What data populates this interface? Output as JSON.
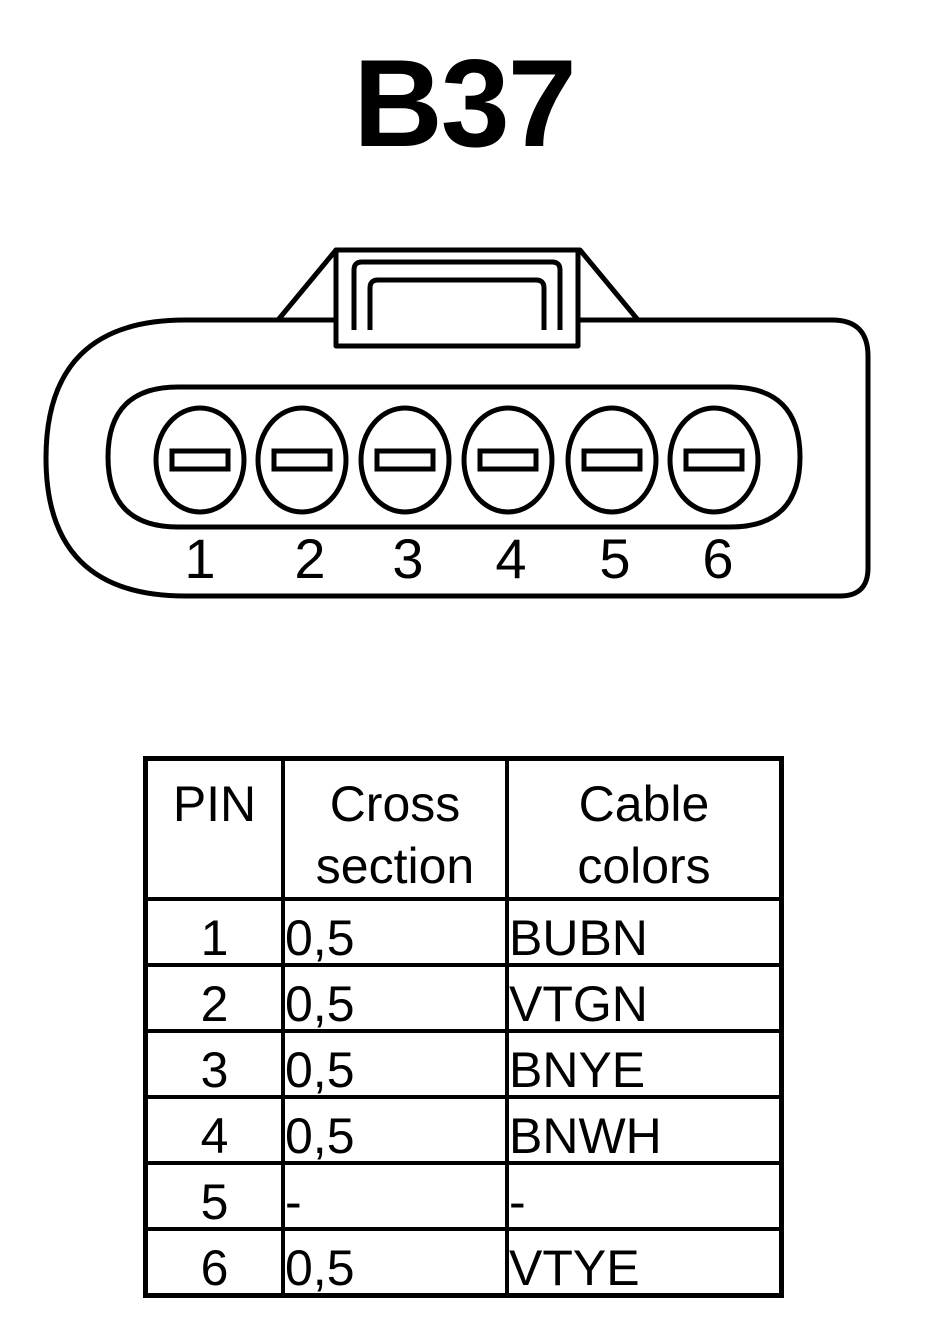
{
  "title": "B37",
  "connector": {
    "pins": [
      "1",
      "2",
      "3",
      "4",
      "5",
      "6"
    ]
  },
  "table": {
    "headers": {
      "pin": "PIN",
      "cross_section": [
        "Cross",
        "section"
      ],
      "cable_colors": [
        "Cable",
        "colors"
      ]
    },
    "rows": [
      {
        "pin": "1",
        "cross_section": "0,5",
        "color": "BUBN"
      },
      {
        "pin": "2",
        "cross_section": "0,5",
        "color": "VTGN"
      },
      {
        "pin": "3",
        "cross_section": "0,5",
        "color": "BNYE"
      },
      {
        "pin": "4",
        "cross_section": "0,5",
        "color": "BNWH"
      },
      {
        "pin": "5",
        "cross_section": "-",
        "color": "-"
      },
      {
        "pin": "6",
        "cross_section": "0,5",
        "color": "VTYE"
      }
    ]
  }
}
